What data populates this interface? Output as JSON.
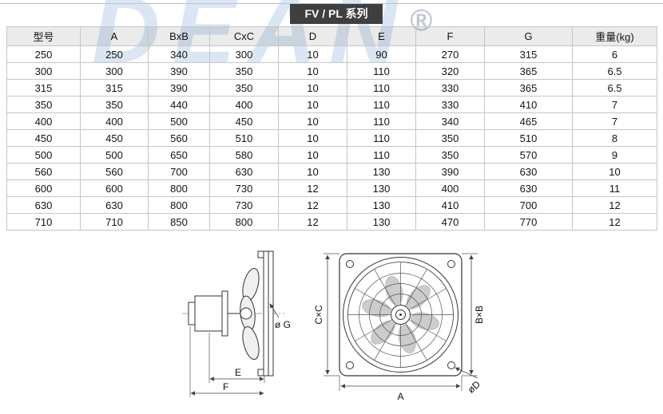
{
  "watermark": {
    "text": "DEAN",
    "reg": "®"
  },
  "title": "FV / PL 系列",
  "table": {
    "headers": [
      "型号",
      "A",
      "BxB",
      "CxC",
      "D",
      "E",
      "F",
      "G",
      "重量(kg)"
    ],
    "rows": [
      [
        "250",
        "250",
        "340",
        "300",
        "10",
        "90",
        "270",
        "315",
        "6"
      ],
      [
        "300",
        "300",
        "390",
        "350",
        "10",
        "110",
        "320",
        "365",
        "6.5"
      ],
      [
        "315",
        "315",
        "390",
        "350",
        "10",
        "110",
        "330",
        "365",
        "6.5"
      ],
      [
        "350",
        "350",
        "440",
        "400",
        "10",
        "110",
        "330",
        "410",
        "7"
      ],
      [
        "400",
        "400",
        "500",
        "450",
        "10",
        "110",
        "340",
        "465",
        "7"
      ],
      [
        "450",
        "450",
        "560",
        "510",
        "10",
        "110",
        "350",
        "510",
        "8"
      ],
      [
        "500",
        "500",
        "650",
        "580",
        "10",
        "110",
        "350",
        "570",
        "9"
      ],
      [
        "560",
        "560",
        "700",
        "630",
        "10",
        "130",
        "390",
        "630",
        "10"
      ],
      [
        "600",
        "600",
        "800",
        "730",
        "12",
        "130",
        "400",
        "630",
        "11"
      ],
      [
        "630",
        "630",
        "800",
        "730",
        "12",
        "130",
        "410",
        "700",
        "12"
      ],
      [
        "710",
        "710",
        "850",
        "800",
        "12",
        "130",
        "470",
        "770",
        "12"
      ]
    ]
  },
  "diagram": {
    "side_view": {
      "label_g": "ø G",
      "label_e": "E",
      "label_f": "F"
    },
    "front_view": {
      "label_cxc": "C×C",
      "label_bxb": "B×B",
      "label_a": "A",
      "label_d": "øD"
    }
  }
}
